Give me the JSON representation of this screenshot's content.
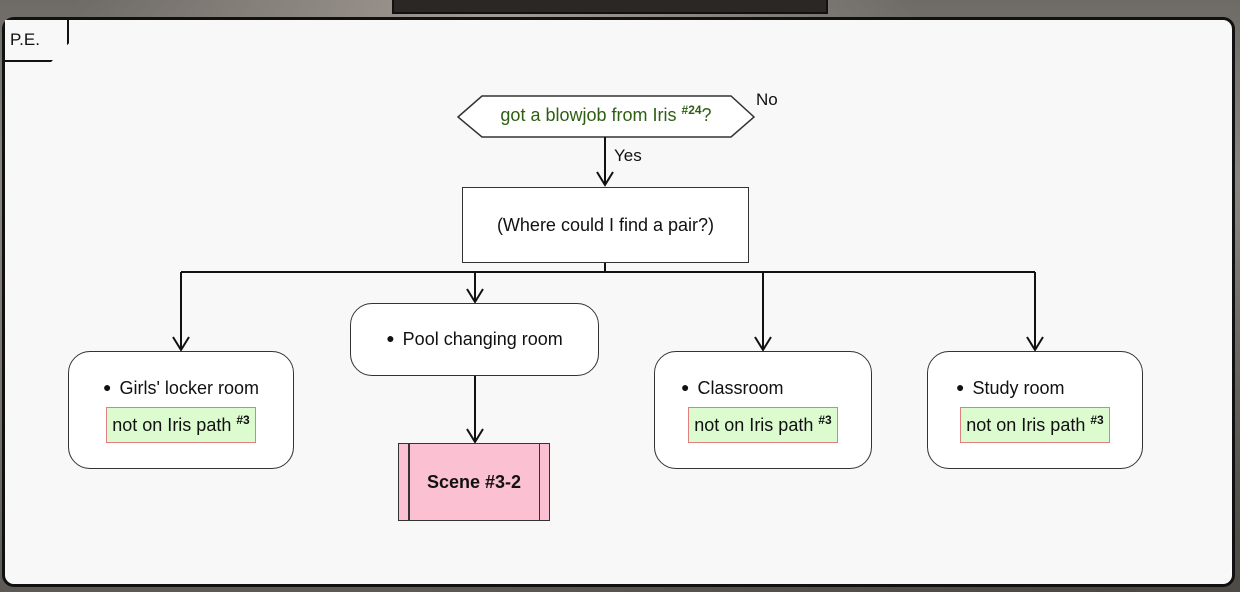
{
  "frame": {
    "label": "P.E."
  },
  "decision": {
    "text": "got a blowjob from Iris",
    "ref": "#24",
    "suffix": "?",
    "no_label": "No",
    "yes_label": "Yes"
  },
  "question": {
    "text": "(Where could I find a pair?)"
  },
  "options": [
    {
      "label": "Girls' locker room",
      "note": "not on Iris path",
      "note_ref": "#3"
    },
    {
      "label": "Pool changing room"
    },
    {
      "label": "Classroom",
      "note": "not on Iris path",
      "note_ref": "#3"
    },
    {
      "label": "Study room",
      "note": "not on Iris path",
      "note_ref": "#3"
    }
  ],
  "scene": {
    "label": "Scene #3-2"
  },
  "colors": {
    "decision_text": "#2e5e12",
    "note_fill": "#dcfcd0",
    "note_border": "#e07f7f",
    "scene_fill": "#fbc1d3"
  }
}
